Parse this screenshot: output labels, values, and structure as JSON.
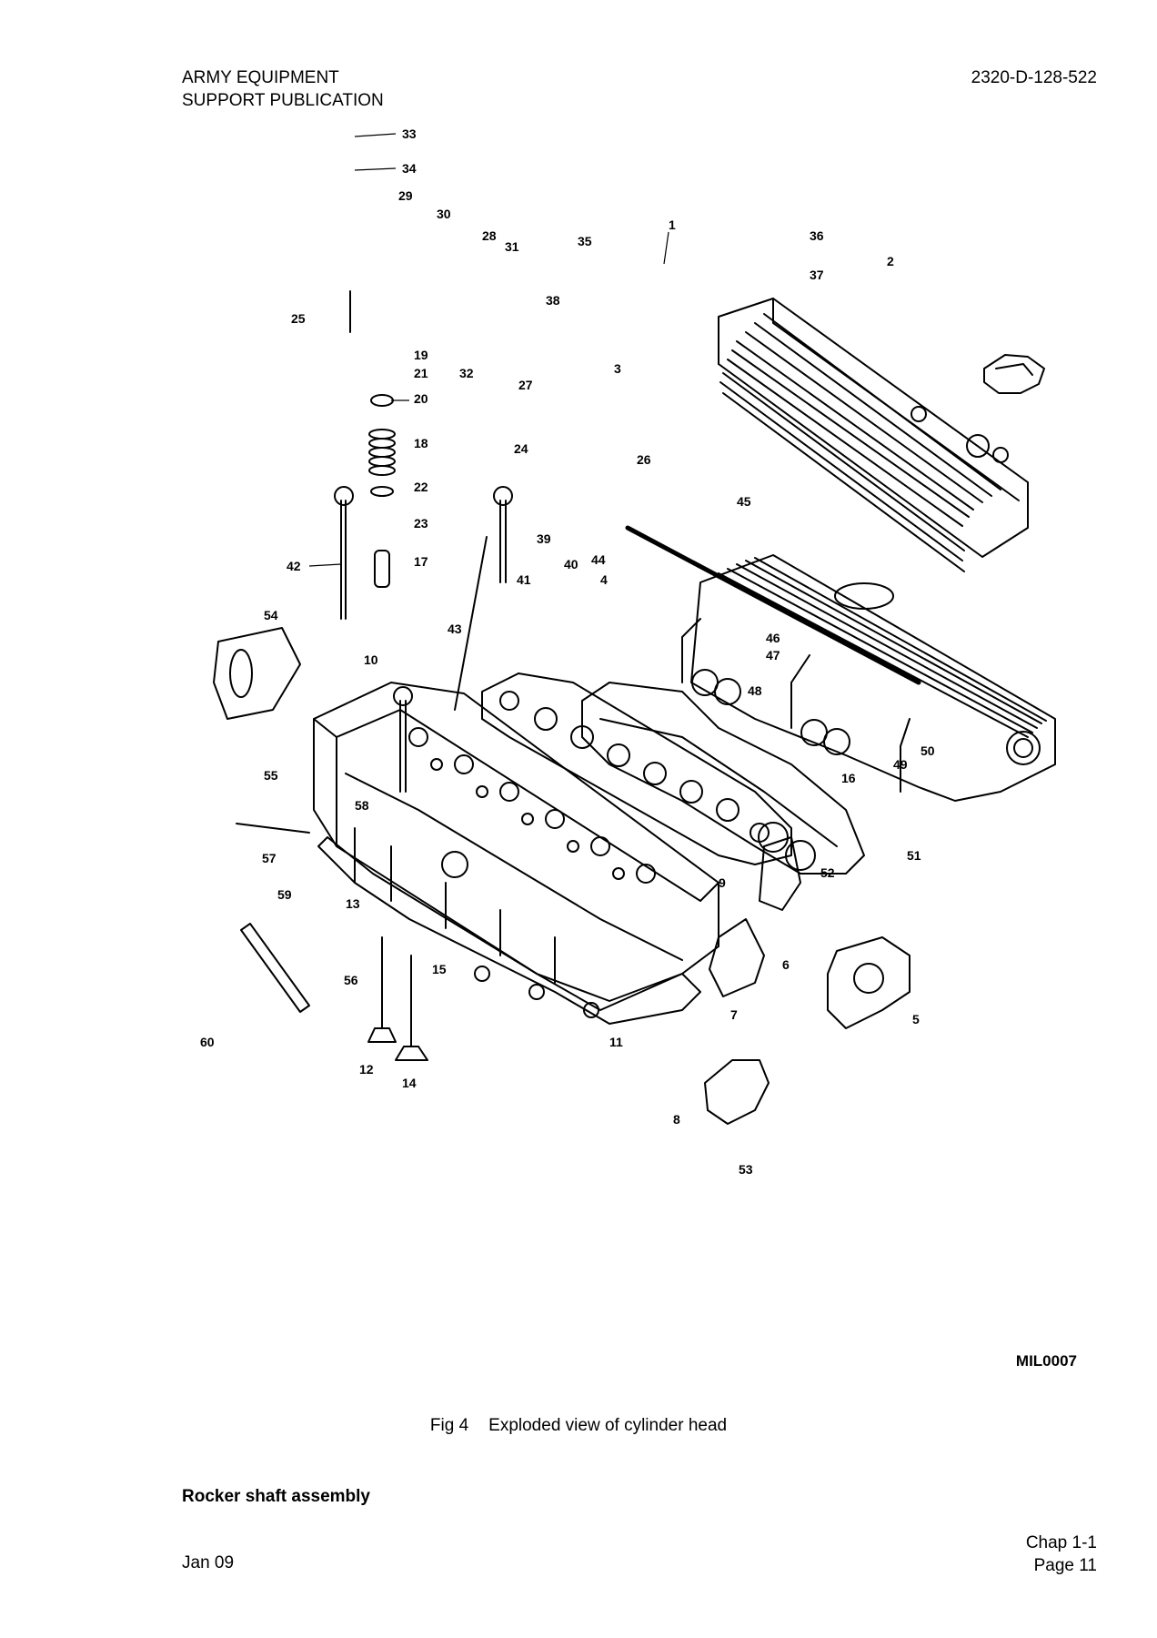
{
  "header": {
    "org_line1": "ARMY EQUIPMENT",
    "org_line2": "SUPPORT PUBLICATION",
    "doc_number": "2320-D-128-522"
  },
  "figure": {
    "drawing_id": "MIL0007",
    "caption_number": "Fig 4",
    "caption_text": "Exploded view of cylinder head",
    "callouts": [
      "1",
      "2",
      "3",
      "4",
      "5",
      "6",
      "7",
      "8",
      "9",
      "10",
      "11",
      "12",
      "13",
      "14",
      "15",
      "16",
      "17",
      "18",
      "19",
      "20",
      "21",
      "22",
      "23",
      "24",
      "25",
      "26",
      "27",
      "28",
      "29",
      "30",
      "31",
      "32",
      "33",
      "34",
      "35",
      "36",
      "37",
      "38",
      "39",
      "40",
      "41",
      "42",
      "43",
      "44",
      "45",
      "46",
      "47",
      "48",
      "49",
      "50",
      "51",
      "52",
      "53",
      "54",
      "55",
      "56",
      "57",
      "58",
      "59",
      "60"
    ]
  },
  "section_heading": "Rocker shaft assembly",
  "footer": {
    "date": "Jan 09",
    "chapter": "Chap 1-1",
    "page": "Page 11"
  }
}
